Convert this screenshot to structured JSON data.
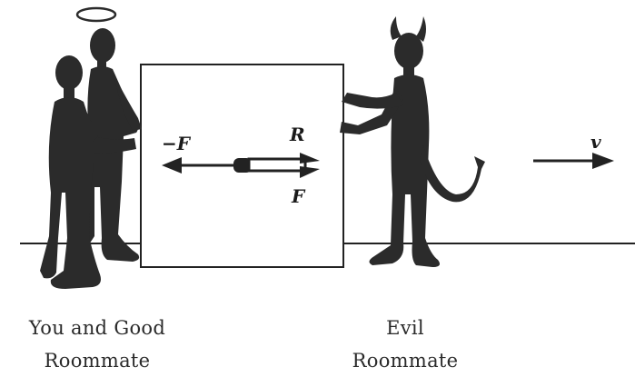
{
  "labels": {
    "neg_F": "−F",
    "R": "R",
    "F": "F",
    "v": "v"
  },
  "captions": {
    "left": {
      "line1": "You and Good",
      "line2": "Roommate"
    },
    "right": {
      "line1": "Evil",
      "line2": "Roommate"
    }
  }
}
